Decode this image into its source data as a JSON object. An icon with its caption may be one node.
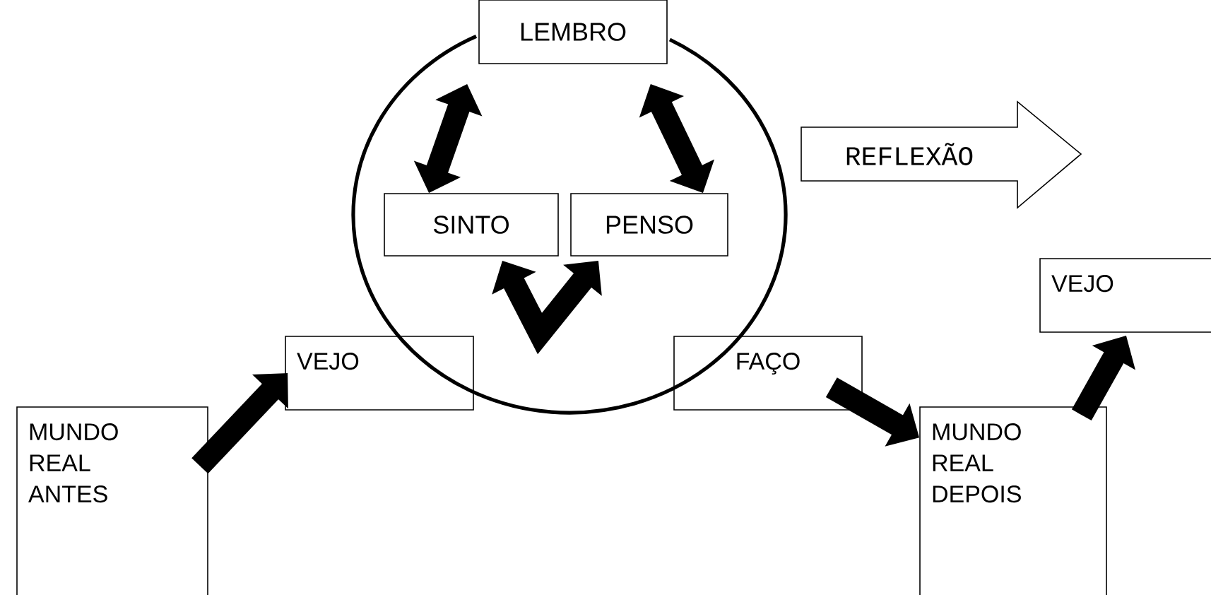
{
  "diagram": {
    "nodes": [
      {
        "text": [],
        "shape": "circle"
      },
      {
        "text": [
          "LEMBRO"
        ]
      },
      {
        "text": [
          "SINTO"
        ],
        "in": 0
      },
      {
        "text": [
          "PENSO"
        ],
        "in": 0
      },
      {
        "text": [
          "REFLEXÃO"
        ]
      },
      {
        "text": [
          "MUNDO REAL ANTES"
        ]
      },
      {
        "text": [
          "VEJO"
        ]
      },
      {
        "text": [
          "FAÇO"
        ]
      },
      {
        "text": [
          "MUNDO REAL DEPOIS"
        ]
      },
      {
        "text": [
          "VEJO"
        ]
      }
    ],
    "edges": [
      {
        "from": 1,
        "to": 2,
        "arrow": "both"
      },
      {
        "from": 1,
        "to": 3,
        "arrow": "both"
      },
      {
        "from": 2,
        "to": 3,
        "arrow": "both"
      },
      {
        "from": 5,
        "to": 6,
        "arrow": "to"
      },
      {
        "from": 7,
        "to": 8,
        "arrow": "to"
      },
      {
        "from": 8,
        "to": 9,
        "arrow": "to"
      }
    ]
  }
}
